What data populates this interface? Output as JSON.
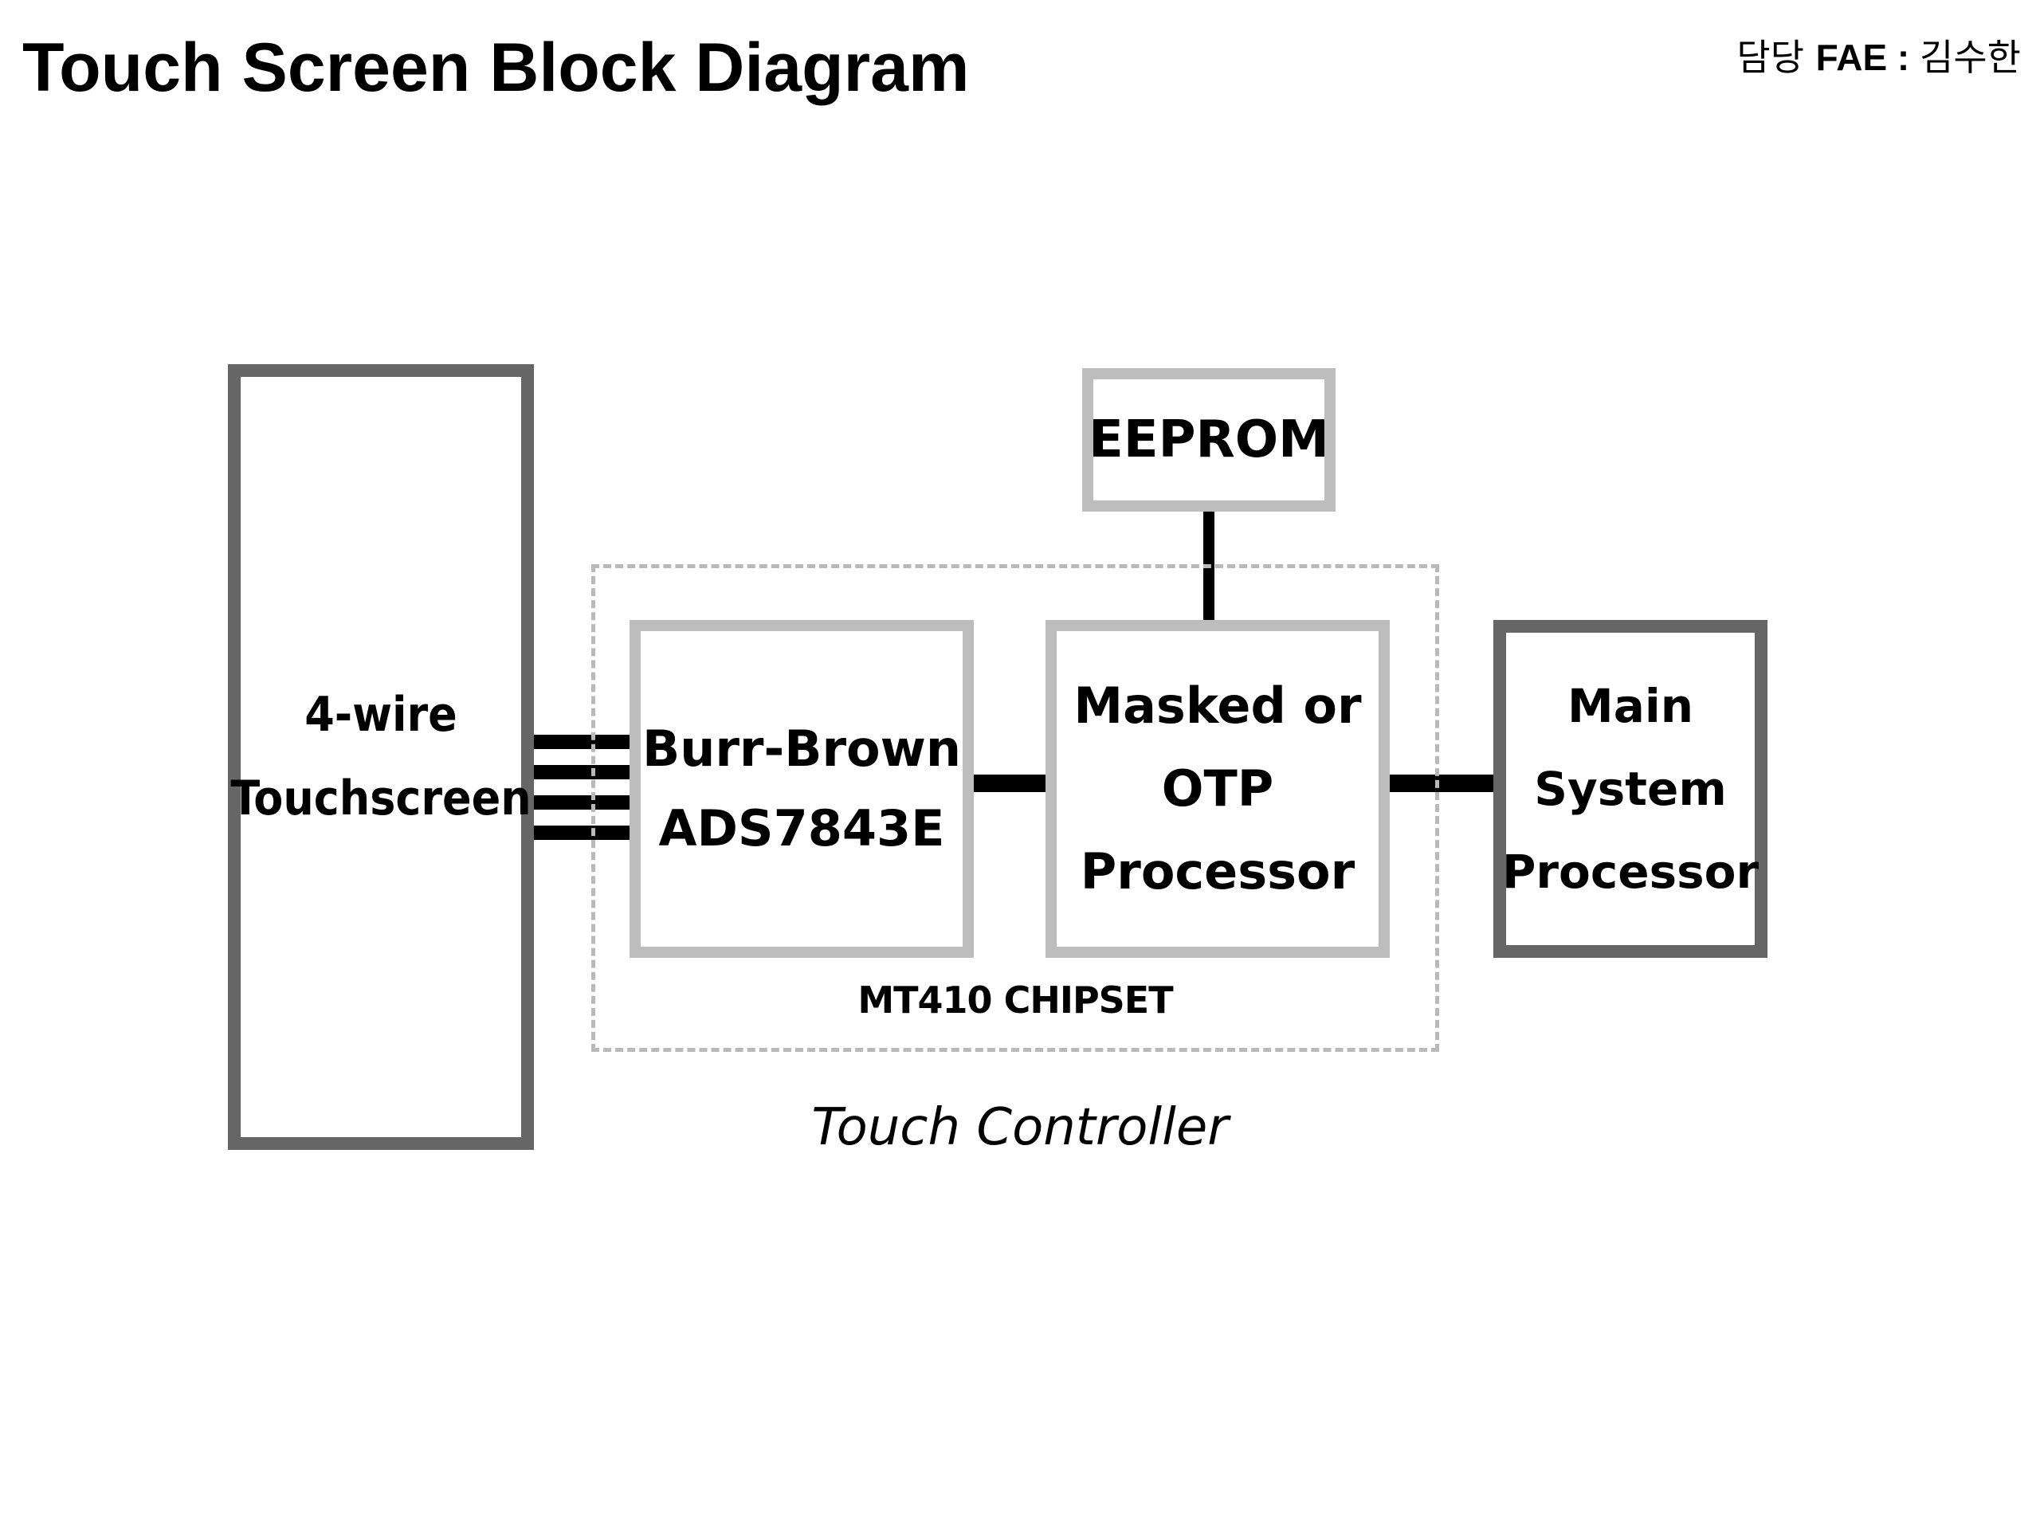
{
  "title": "Touch Screen Block Diagram",
  "author": {
    "prefix": "담당 ",
    "role": "FAE",
    "separator": " : ",
    "name": "김수한"
  },
  "blocks": {
    "touchscreen": [
      "4-wire",
      "Touchscreen"
    ],
    "burr_brown": [
      "Burr-Brown",
      "ADS7843E"
    ],
    "processor": [
      "Masked or",
      "OTP",
      "Processor"
    ],
    "eeprom": "EEPROM",
    "main_system": [
      "Main",
      "System",
      "Processor"
    ]
  },
  "chipset_label": "MT410 CHIPSET",
  "controller_label": "Touch Controller",
  "connections": [
    {
      "from": "4-wire Touchscreen",
      "to": "Burr-Brown ADS7843E",
      "lines": 4
    },
    {
      "from": "Burr-Brown ADS7843E",
      "to": "Masked or OTP Processor",
      "lines": 1
    },
    {
      "from": "EEPROM",
      "to": "Masked or OTP Processor",
      "lines": 1
    },
    {
      "from": "Masked or OTP Processor",
      "to": "Main System Processor",
      "lines": 1
    }
  ]
}
